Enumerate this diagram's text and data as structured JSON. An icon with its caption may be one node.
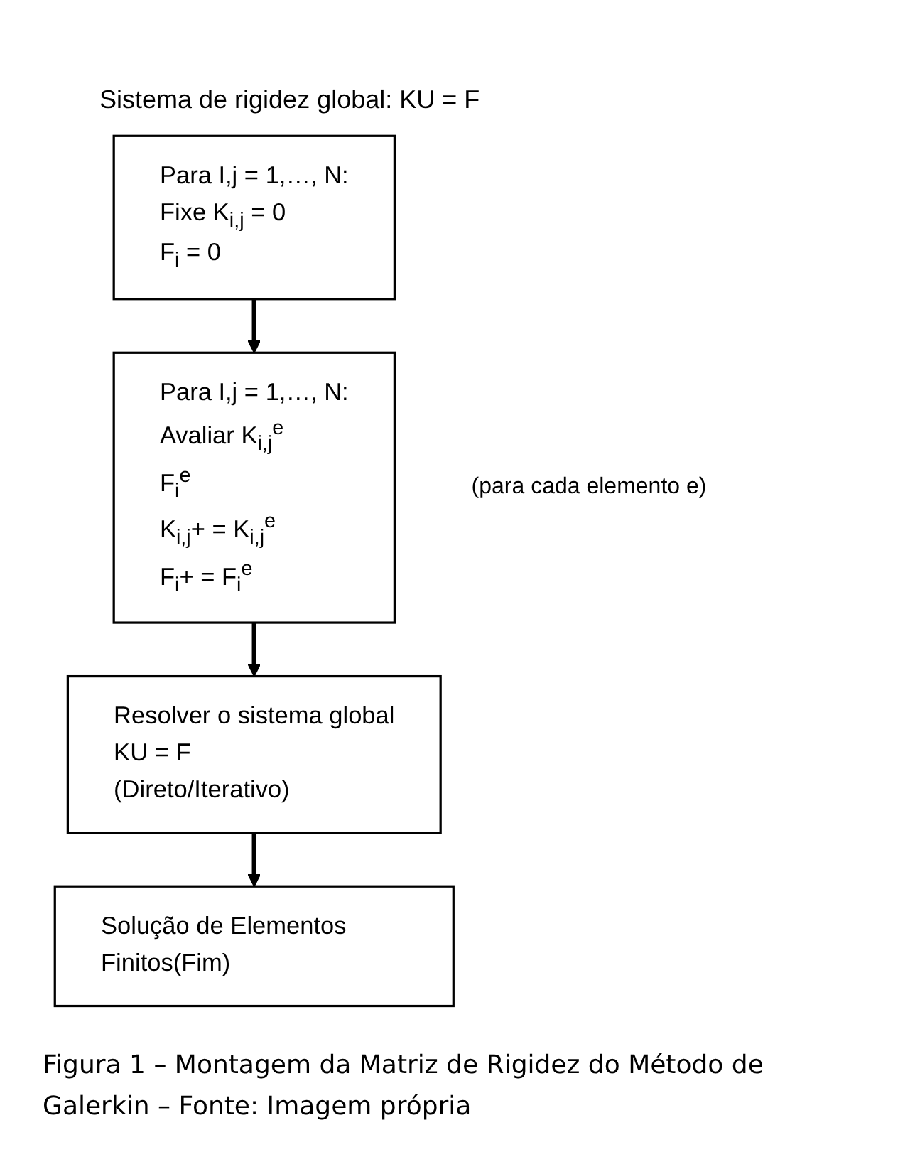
{
  "diagram": {
    "title": "Sistema de rigidez global: KU = F",
    "caption": "Figura 1 – Montagem da Matriz de Rigidez do Método de Galerkin – Fonte: Imagem própria",
    "nodes": [
      {
        "text": [
          "Para I,j = 1,…, N:",
          "Fixe K$_{i,j}$ = 0",
          "F$_{i}$ = 0"
        ]
      },
      {
        "text": [
          "Para I,j = 1,…, N:",
          "Avaliar K$_{i,j}$$^{e}$",
          "F$_{i}$$^{e}$",
          "K$_{i,j}$+ = K$_{i,j}$$^{e}$",
          "F$_{i}$+ = F$_{i}$$^{e}$"
        ],
        "beside": [
          "(para cada elemento e)"
        ]
      },
      {
        "text": [
          "Resolver o sistema global",
          "KU = F",
          "(Direto/Iterativo)"
        ]
      },
      {
        "text": [
          "Solução de Elementos Finitos(Fim)"
        ]
      }
    ],
    "edges": [
      {
        "from": 0,
        "to": 1,
        "arrow": "to"
      },
      {
        "from": 1,
        "to": 2,
        "arrow": "to"
      },
      {
        "from": 2,
        "to": 3,
        "arrow": "to"
      }
    ]
  }
}
